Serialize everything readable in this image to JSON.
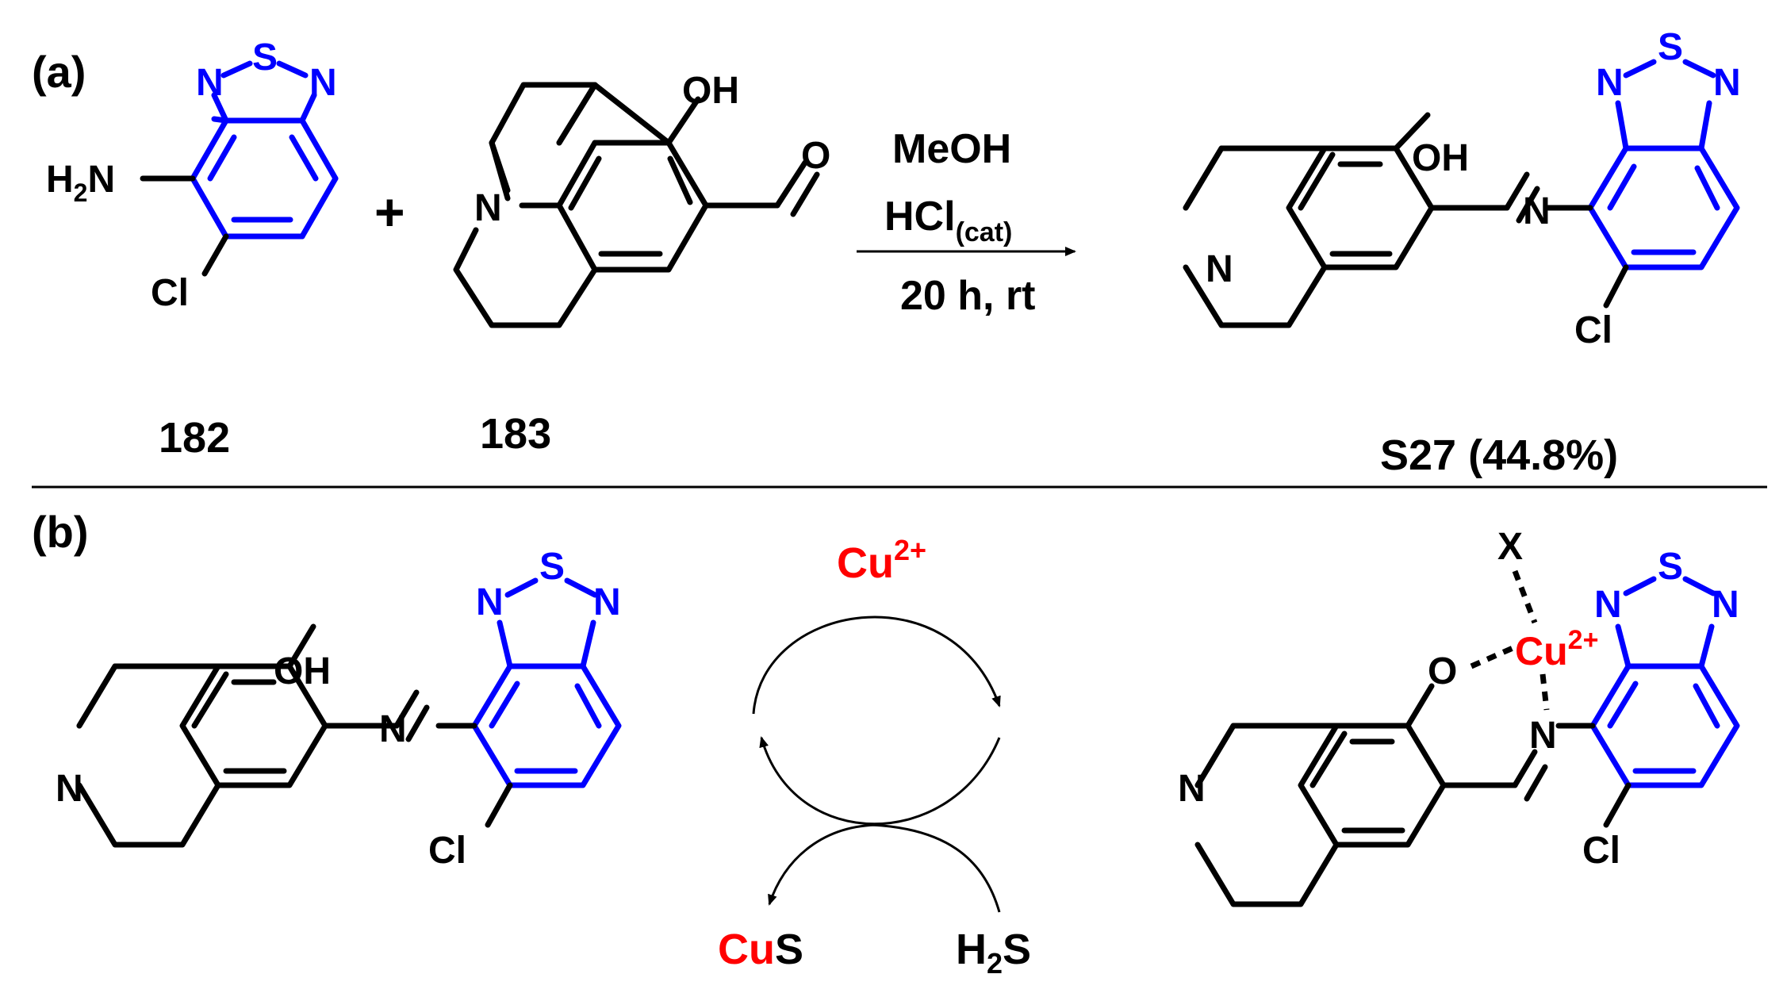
{
  "colors": {
    "black": "#000000",
    "blue": "#0000ff",
    "red": "#ff0000"
  },
  "panel_a": {
    "tag": "(a)",
    "compound_182": {
      "label": "182",
      "amine": "H",
      "amine_sub": "2",
      "amine_n": "N",
      "halogen": "Cl",
      "ring_N1": "N",
      "ring_S": "S",
      "ring_N2": "N"
    },
    "plus": "+",
    "compound_183": {
      "label": "183",
      "oh": "OH",
      "o": "O",
      "n": "N"
    },
    "conditions": {
      "solvent": "MeOH",
      "acid": "HCl",
      "acid_sub": "(cat)",
      "time_temp": "20 h, rt"
    },
    "product": {
      "label": "S27 (44.8%)",
      "oh": "OH",
      "n": "N",
      "imine_n": "N",
      "halogen": "Cl",
      "ring_N1": "N",
      "ring_S": "S",
      "ring_N2": "N"
    }
  },
  "panel_b": {
    "tag": "(b)",
    "left": {
      "oh": "OH",
      "n": "N",
      "imine_n": "N",
      "halogen": "Cl",
      "ring_N1": "N",
      "ring_S": "S",
      "ring_N2": "N"
    },
    "cycle": {
      "cu": "Cu",
      "cu_sup": "2+",
      "cus_red": "Cu",
      "cus_black": "S",
      "h2s_h": "H",
      "h2s_sub": "2",
      "h2s_s": "S"
    },
    "right": {
      "x": "X",
      "o": "O",
      "cu": "Cu",
      "cu_sup": "2+",
      "n": "N",
      "imine_n": "N",
      "halogen": "Cl",
      "ring_N1": "N",
      "ring_S": "S",
      "ring_N2": "N"
    }
  }
}
